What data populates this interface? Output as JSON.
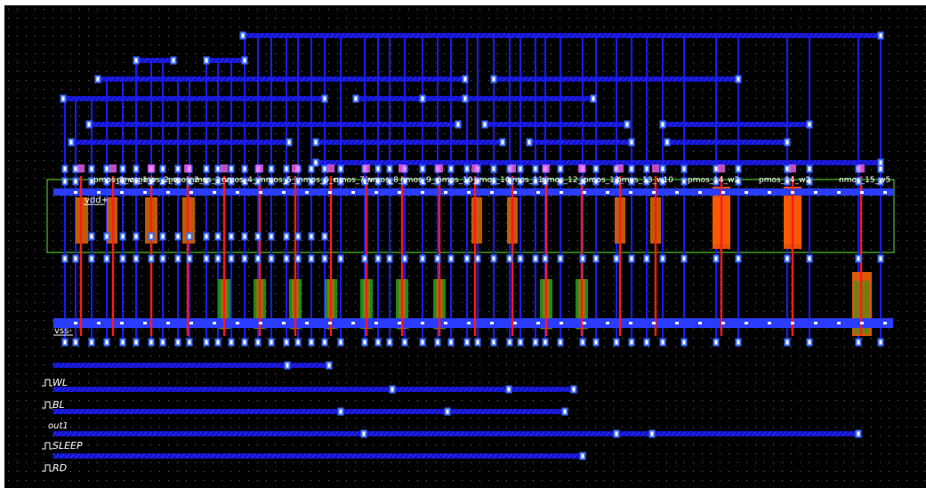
{
  "colors": {
    "background": "#000000",
    "grid_dot": "#6b6b6b",
    "metal": "#1a1aff",
    "metal_bright": "#3355ff",
    "contact": "#3b6cff",
    "poly": "#ff1a1a",
    "pdiff": "#e06a00",
    "ndiff": "#1c9a1c",
    "nwell_outline": "#4fbf2a",
    "label": "#ffffff"
  },
  "layout_editor": {
    "rails": {
      "vdd": "vdd+",
      "vss": "vss-"
    },
    "device_labels": [
      "pmos_1_v",
      "pmos_1_v",
      "pmos_2_v",
      "pmos_2_v",
      "nmos_3_v",
      "nmos_4_v",
      "nmos_5_v",
      "nmos_6_c",
      "nmos_7_v",
      "nmos_8_v",
      "nmos_9_c",
      "pmos_10_",
      "pmos_10_",
      "nmos_11_",
      "nmos_12_",
      "pmos_13_",
      "pmos_13_w10",
      "pmos_14_w2",
      "pmos_14_w2",
      "nmos_15_w5"
    ],
    "pins": [
      {
        "name": "WL",
        "icon": "pulse-icon"
      },
      {
        "name": "BL",
        "icon": "pulse-icon"
      },
      {
        "name": "out1",
        "icon": ""
      },
      {
        "name": "SLEEP",
        "icon": "pulse-icon"
      },
      {
        "name": "RD",
        "icon": "pulse-icon"
      }
    ]
  }
}
